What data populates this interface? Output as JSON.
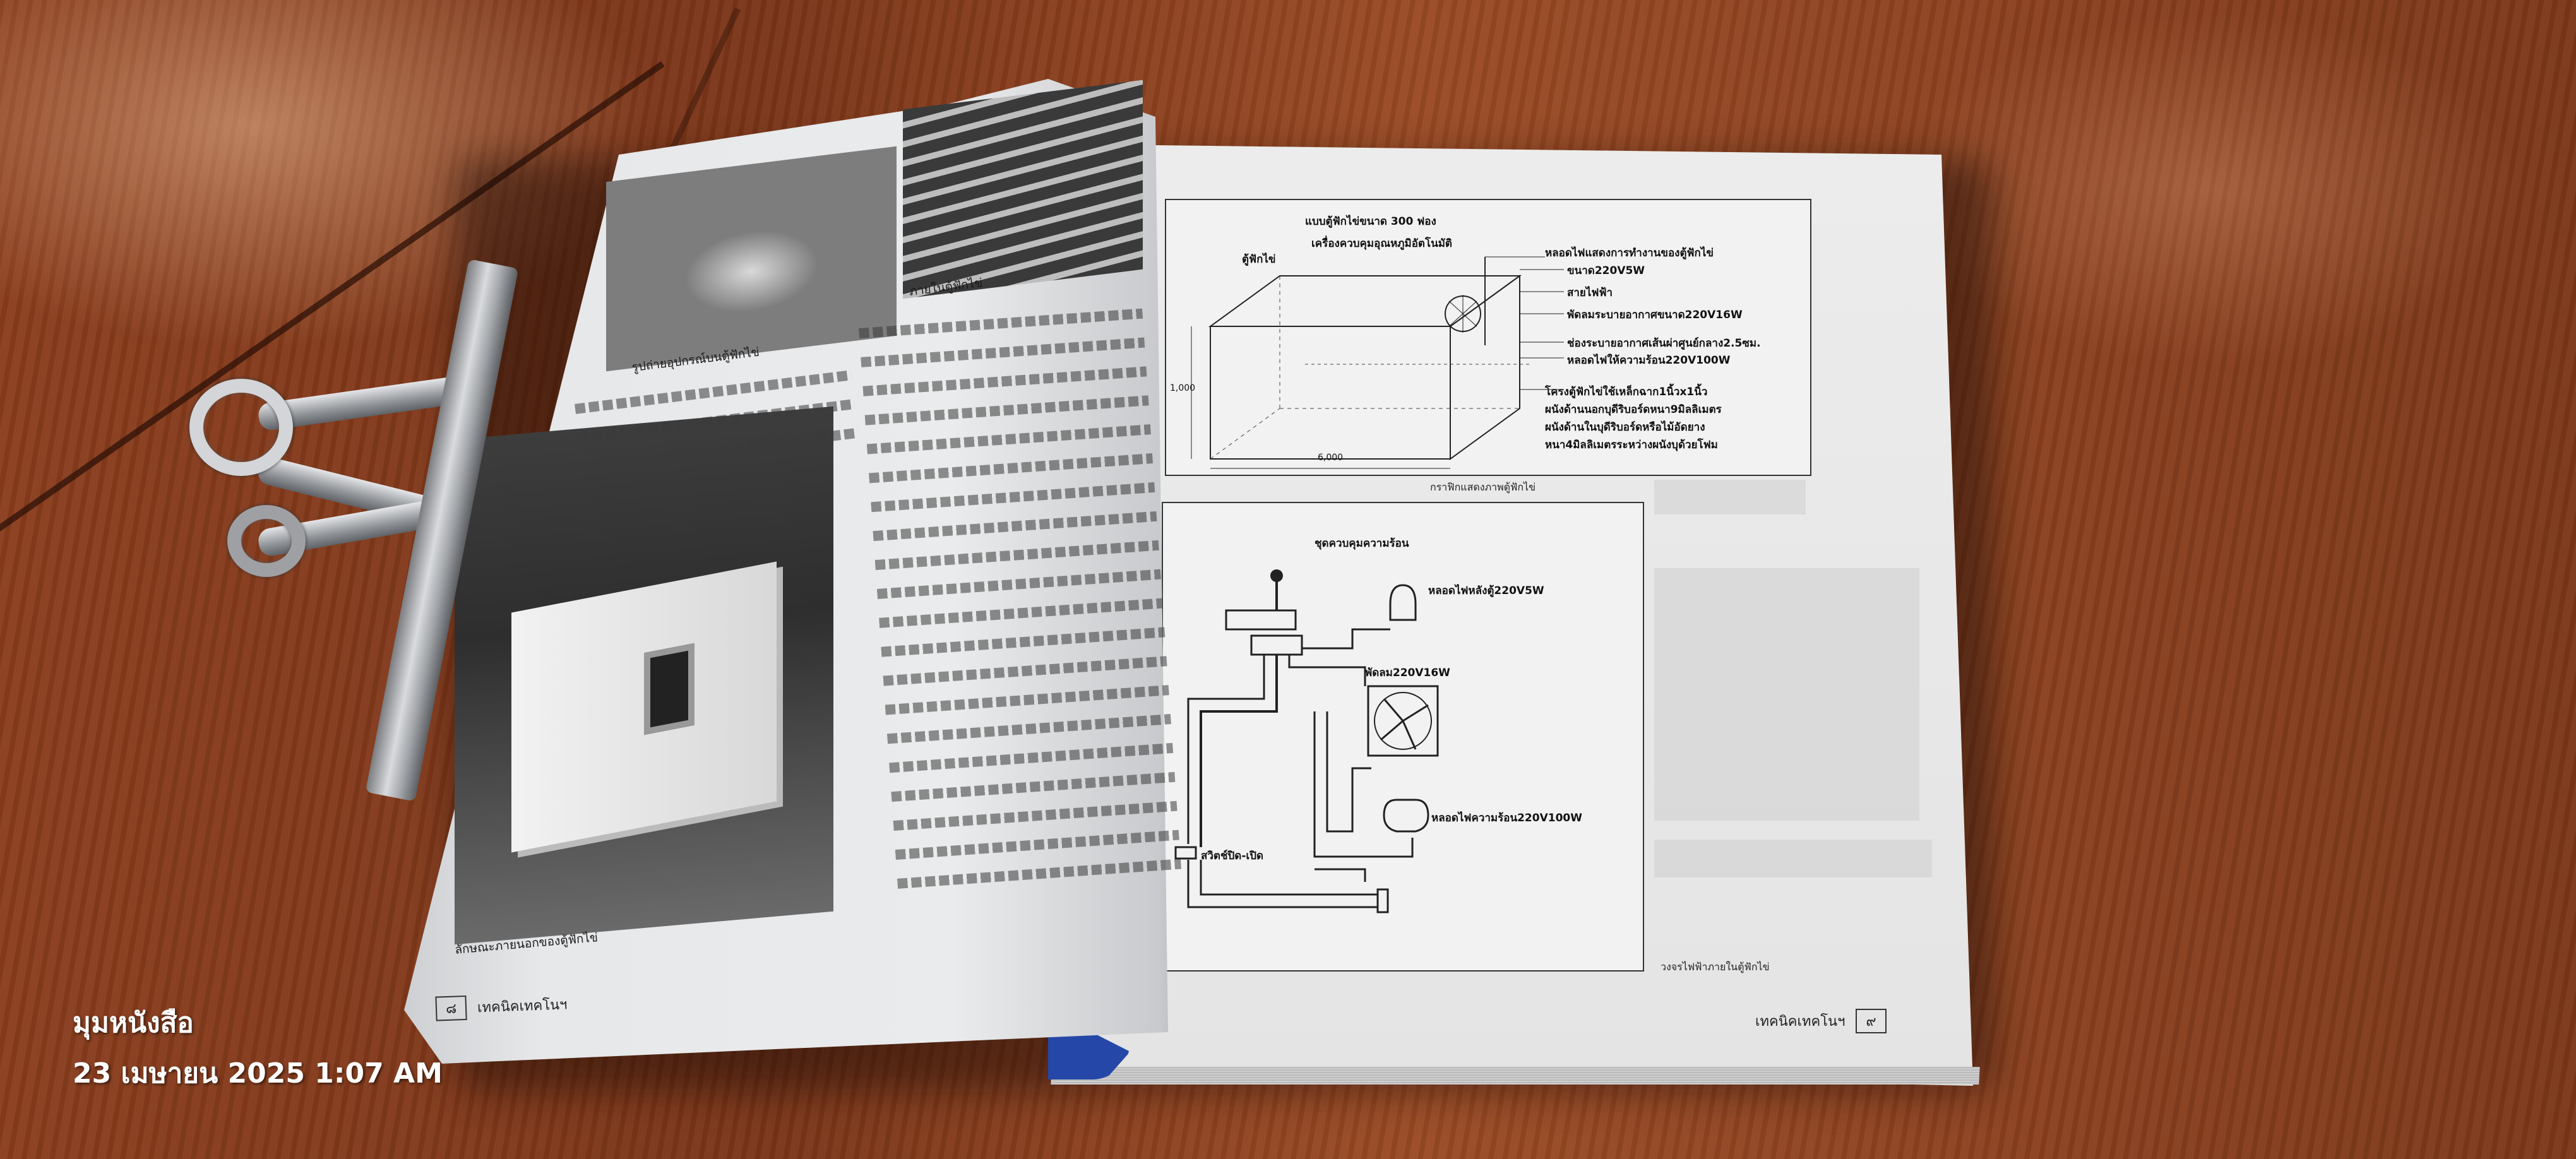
{
  "left_page": {
    "photo_caption_1": "รูปถ่ายอุปกรณ์บนตู้ฟักไข่",
    "photo_caption_2": "ภายในตู้ฟักไข่",
    "photo_caption_3": "ลักษณะภายนอกของตู้ฟักไข่",
    "footer_page": "๘",
    "footer_title": "เทคนิคเทคโนฯ"
  },
  "right_page": {
    "diagram1": {
      "title_1": "แบบตู้ฟักไข่ขนาด 300 ฟอง",
      "title_2": "เครื่องควบคุมอุณหภูมิอัตโนมัติ",
      "label_box": "ตู้ฟักไข่",
      "label_lamp_light": "หลอดไฟแสดงการทำงานของตู้ฟักไข่",
      "label_lamp_spec": "ขนาด220V5W",
      "label_cable": "สายไฟฟ้า",
      "label_fan": "พัดลมระบายอากาศขนาด220V16W",
      "label_vent": "ช่องระบายอากาศเส้นผ่าศูนย์กลาง2.5ซม.",
      "label_heat_lamp": "หลอดไฟให้ความร้อน220V100W",
      "label_frame": "โครงตู้ฟักไข่ใช้เหล็กฉาก1นิ้วx1นิ้ว",
      "label_outer": "ผนังด้านนอกบุดีริบอร์ดหนา9มิลลิเมตร",
      "label_inner": "ผนังด้านในบุดีริบอร์ดหรือไม้อัดยาง",
      "label_foam": "หนา4มิลลิเมตรระหว่างผนังบุด้วยโฟม",
      "dim_height": "1,000",
      "dim_width": "6,000",
      "caption": "กราฟิกแสดงภาพตู้ฟักไข่"
    },
    "diagram2": {
      "label_thermo": "ชุดควบคุมความร้อน",
      "label_lamp": "หลอดไฟหลังตู้220V5W",
      "label_fan": "พัดลม220V16W",
      "label_heat": "หลอดไฟความร้อน220V100W",
      "label_switch": "สวิตช์ปิด-เปิด",
      "caption": "วงจรไฟฟ้าภายในตู้ฟักไข่"
    },
    "footer_page": "๙",
    "footer_title": "เทคนิคเทคโนฯ"
  },
  "watermark": {
    "line1": "มุมหนังสือ",
    "line2": "23 เมษายน 2025 1:07 AM"
  }
}
